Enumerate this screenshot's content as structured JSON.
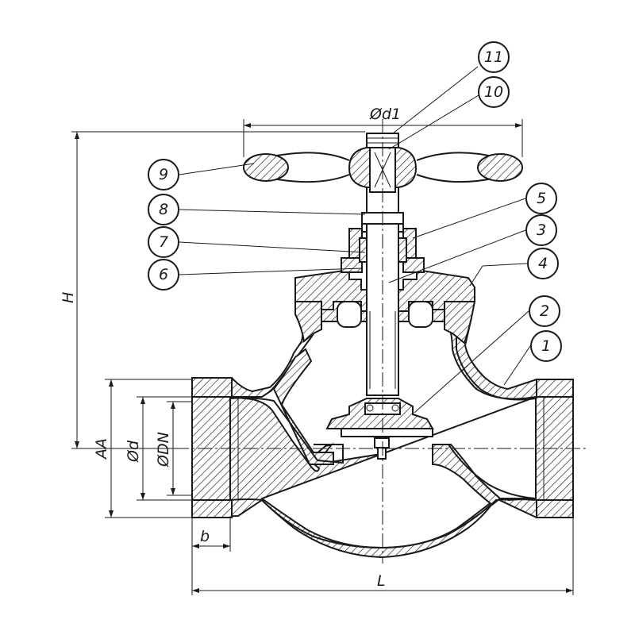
{
  "dimensions": {
    "d1": "Ød1",
    "H": "H",
    "AA": "AA",
    "d": "Ød",
    "DN": "ØDN",
    "b": "b",
    "L": "L"
  },
  "callouts": [
    {
      "id": "1",
      "label": "1"
    },
    {
      "id": "2",
      "label": "2"
    },
    {
      "id": "3",
      "label": "3"
    },
    {
      "id": "4",
      "label": "4"
    },
    {
      "id": "5",
      "label": "5"
    },
    {
      "id": "6",
      "label": "6"
    },
    {
      "id": "7",
      "label": "7"
    },
    {
      "id": "8",
      "label": "8"
    },
    {
      "id": "9",
      "label": "9"
    },
    {
      "id": "10",
      "label": "10"
    },
    {
      "id": "11",
      "label": "11"
    }
  ],
  "colors": {
    "line": "#1a1a1a",
    "background": "#ffffff"
  }
}
